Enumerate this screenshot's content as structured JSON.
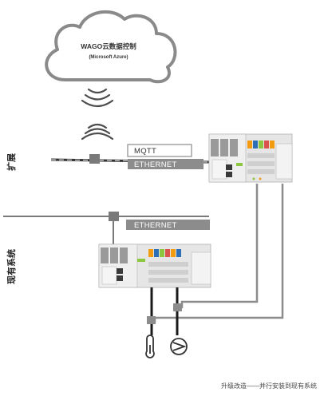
{
  "cloud": {
    "title": "WAGO云数据控制",
    "subtitle": "(Microsoft Azure)"
  },
  "network": {
    "mqtt_label": "MQTT",
    "ethernet_upper_label": "ETHERNET",
    "ethernet_lower_label": "ETHERNET"
  },
  "sections": {
    "expansion_label": "扩展",
    "existing_system_label": "现有系统"
  },
  "caption": "升级改造——并行安装到现有系统",
  "colors": {
    "cloud_stroke": "#8a8a8a",
    "network_bar": "#8c8c8c",
    "device_body": "#e9e9e9",
    "accent_green": "#8dc63f",
    "accent_orange": "#f39c12",
    "accent_blue": "#2e6fb7",
    "accent_red": "#d9534f"
  },
  "icons": [
    "cloud-icon",
    "wireless-signal-icon",
    "thermometer-icon",
    "pump-icon"
  ]
}
